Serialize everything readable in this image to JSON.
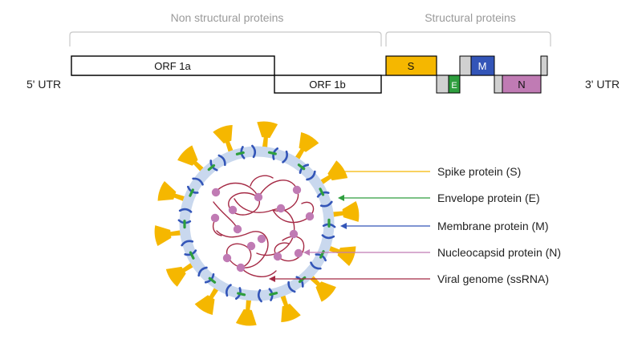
{
  "genome": {
    "group_nonstructural": "Non structural proteins",
    "group_structural": "Structural proteins",
    "utr5": "5' UTR",
    "utr3": "3' UTR",
    "orf1a": "ORF 1a",
    "orf1b": "ORF 1b",
    "s": "S",
    "e": "E",
    "m": "M",
    "n": "N"
  },
  "virus_labels": [
    "Spike protein (S)",
    "Envelope protein (E)",
    "Membrane protein (M)",
    "Nucleocapsid protein (N)",
    "Viral genome (ssRNA)"
  ],
  "colors": {
    "spike": "#F5B700",
    "envelope": "#2E9E3E",
    "membrane": "#3355B8",
    "nucleocapsid": "#C07BB4",
    "genome_rna": "#A52A45",
    "envelope_ring": "#C9D8EE",
    "grey_block": "#D0D0D0",
    "bracket": "#C8C8C8",
    "group_text": "#9A9A9A"
  }
}
